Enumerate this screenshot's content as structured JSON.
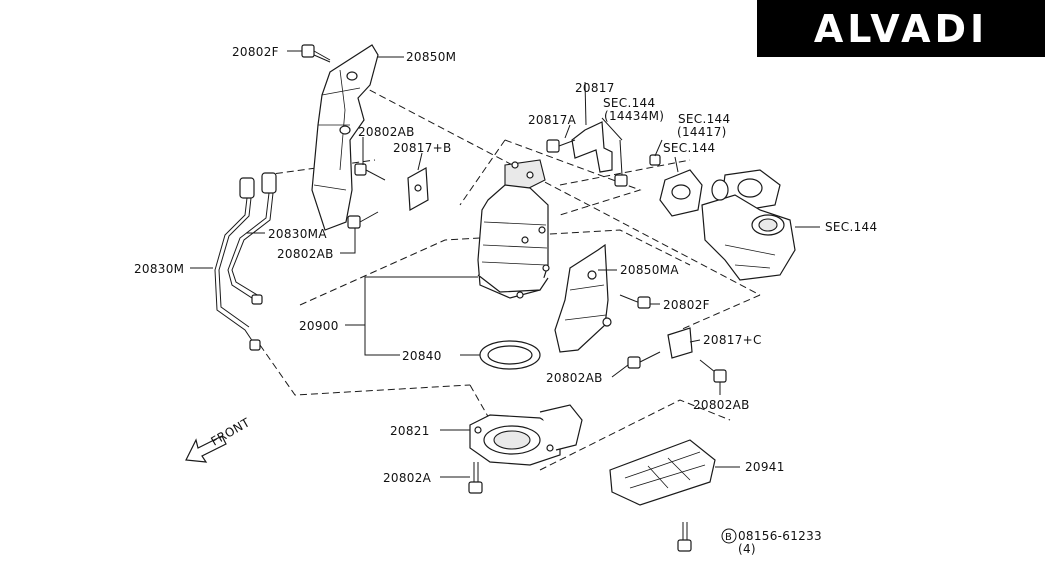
{
  "brand": {
    "text": "ALVADI"
  },
  "labels": {
    "l20802F_top": "20802F",
    "l20850M": "20850M",
    "l20817": "20817",
    "l20817A": "20817A",
    "lsec144a": "SEC.144",
    "lsec144a_sub": "(14434M)",
    "lsec144b": "SEC.144",
    "lsec144b_sub": "(14417)",
    "lsec144c": "SEC.144",
    "lsec144d": "SEC.144",
    "l20802AB_a": "20802AB",
    "l20817B": "20817+B",
    "l20830MA": "20830MA",
    "l20802AB_b": "20802AB",
    "l20830M": "20830M",
    "l20850MA": "20850MA",
    "l20802F_mid": "20802F",
    "l20900": "20900",
    "l20817C": "20817+C",
    "l20840": "20840",
    "l20802AB_c": "20802AB",
    "l20802AB_d": "20802AB",
    "l20821": "20821",
    "l20941": "20941",
    "l20802A": "20802A",
    "lbolt_circle": "B",
    "lbolt": "08156-61233",
    "lbolt_qty": "(4)",
    "lfront": "FRONT"
  }
}
